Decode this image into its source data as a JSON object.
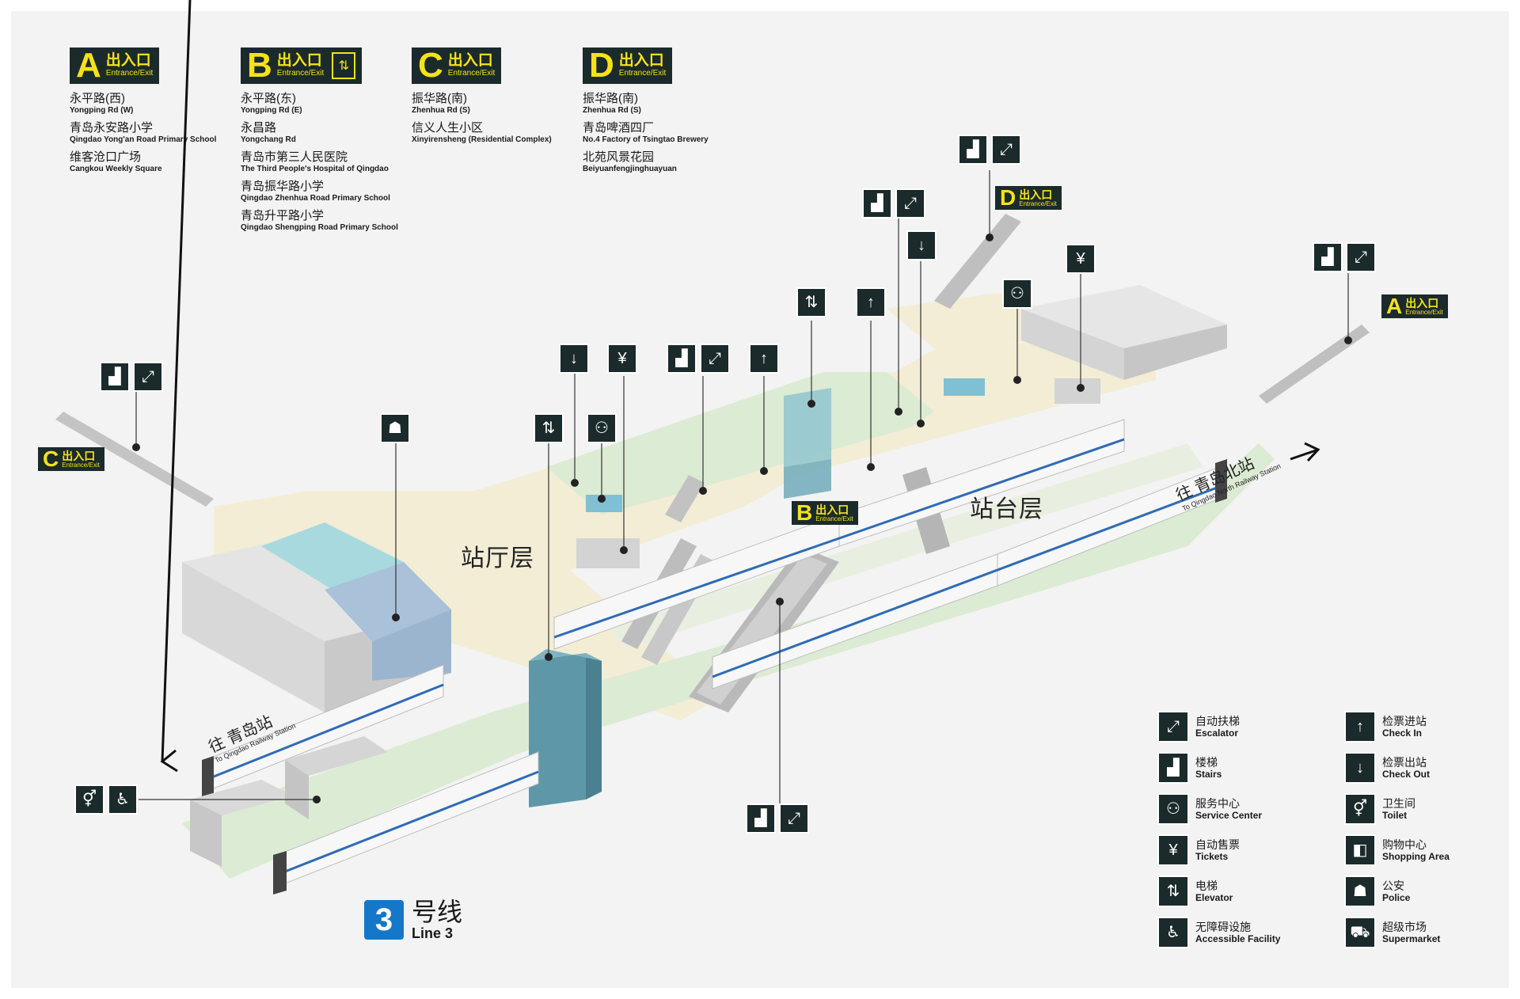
{
  "exits": [
    {
      "letter": "A",
      "cn": "出入口",
      "en": "Entrance/Exit",
      "elevator": false,
      "destinations": [
        {
          "cn": "永平路(西)",
          "en": "Yongping Rd (W)"
        },
        {
          "cn": "青岛永安路小学",
          "en": "Qingdao Yong'an Road Primary School"
        },
        {
          "cn": "维客沧口广场",
          "en": "Cangkou Weekly Square"
        }
      ]
    },
    {
      "letter": "B",
      "cn": "出入口",
      "en": "Entrance/Exit",
      "elevator": true,
      "destinations": [
        {
          "cn": "永平路(东)",
          "en": "Yongping Rd (E)"
        },
        {
          "cn": "永昌路",
          "en": "Yongchang Rd"
        },
        {
          "cn": "青岛市第三人民医院",
          "en": "The Third People's Hospital of Qingdao"
        },
        {
          "cn": "青岛振华路小学",
          "en": "Qingdao Zhenhua Road Primary School"
        },
        {
          "cn": "青岛升平路小学",
          "en": "Qingdao Shengping Road Primary School"
        }
      ]
    },
    {
      "letter": "C",
      "cn": "出入口",
      "en": "Entrance/Exit",
      "elevator": false,
      "destinations": [
        {
          "cn": "振华路(南)",
          "en": "Zhenhua Rd (S)"
        },
        {
          "cn": "信义人生小区",
          "en": "Xinyirensheng (Residential Complex)"
        }
      ]
    },
    {
      "letter": "D",
      "cn": "出入口",
      "en": "Entrance/Exit",
      "elevator": false,
      "destinations": [
        {
          "cn": "振华路(南)",
          "en": "Zhenhua Rd (S)"
        },
        {
          "cn": "青岛啤酒四厂",
          "en": "No.4 Factory of Tsingtao Brewery"
        },
        {
          "cn": "北苑风景花园",
          "en": "Beiyuanfengjinghuayuan"
        }
      ]
    }
  ],
  "map": {
    "concourse_label": "站厅层",
    "platform_label": "站台层",
    "tag_cn": "出入口",
    "tag_en": "Entrance/Exit",
    "tag_letters": {
      "a": "A",
      "b": "B",
      "c": "C",
      "d": "D"
    },
    "to_north": {
      "cn": "往 青岛北站",
      "en": "To Qingdao North Railway Station"
    },
    "to_qingdao": {
      "cn": "往 青岛站",
      "en": "To Qingdao Railway Station"
    }
  },
  "line": {
    "number": "3",
    "cn": "号线",
    "en": "Line 3"
  },
  "legend": [
    {
      "icon": "escalator-icon",
      "glyph": "⤢",
      "cn": "自动扶梯",
      "en": "Escalator"
    },
    {
      "icon": "check-in-icon",
      "glyph": "↑",
      "cn": "检票进站",
      "en": "Check In"
    },
    {
      "icon": "stairs-icon",
      "glyph": "▟",
      "cn": "楼梯",
      "en": "Stairs"
    },
    {
      "icon": "check-out-icon",
      "glyph": "↓",
      "cn": "检票出站",
      "en": "Check Out"
    },
    {
      "icon": "service-center-icon",
      "glyph": "⚇",
      "cn": "服务中心",
      "en": "Service Center"
    },
    {
      "icon": "toilet-icon",
      "glyph": "⚥",
      "cn": "卫生间",
      "en": "Toilet"
    },
    {
      "icon": "tickets-icon",
      "glyph": "¥",
      "cn": "自动售票",
      "en": "Tickets"
    },
    {
      "icon": "shopping-icon",
      "glyph": "◧",
      "cn": "购物中心",
      "en": "Shopping Area"
    },
    {
      "icon": "elevator-icon",
      "glyph": "⇅",
      "cn": "电梯",
      "en": "Elevator"
    },
    {
      "icon": "police-icon",
      "glyph": "☗",
      "cn": "公安",
      "en": "Police"
    },
    {
      "icon": "accessible-icon",
      "glyph": "♿",
      "cn": "无障碍设施",
      "en": "Accessible Facility"
    },
    {
      "icon": "supermarket-icon",
      "glyph": "⛟",
      "cn": "超级市场",
      "en": "Supermarket"
    }
  ],
  "colors": {
    "sign_bg": "#1b2a2a",
    "exit_yellow": "#f5e21a",
    "line3_blue": "#1577c9",
    "concourse": "#f2edd4",
    "platform": "#dcebd3"
  }
}
